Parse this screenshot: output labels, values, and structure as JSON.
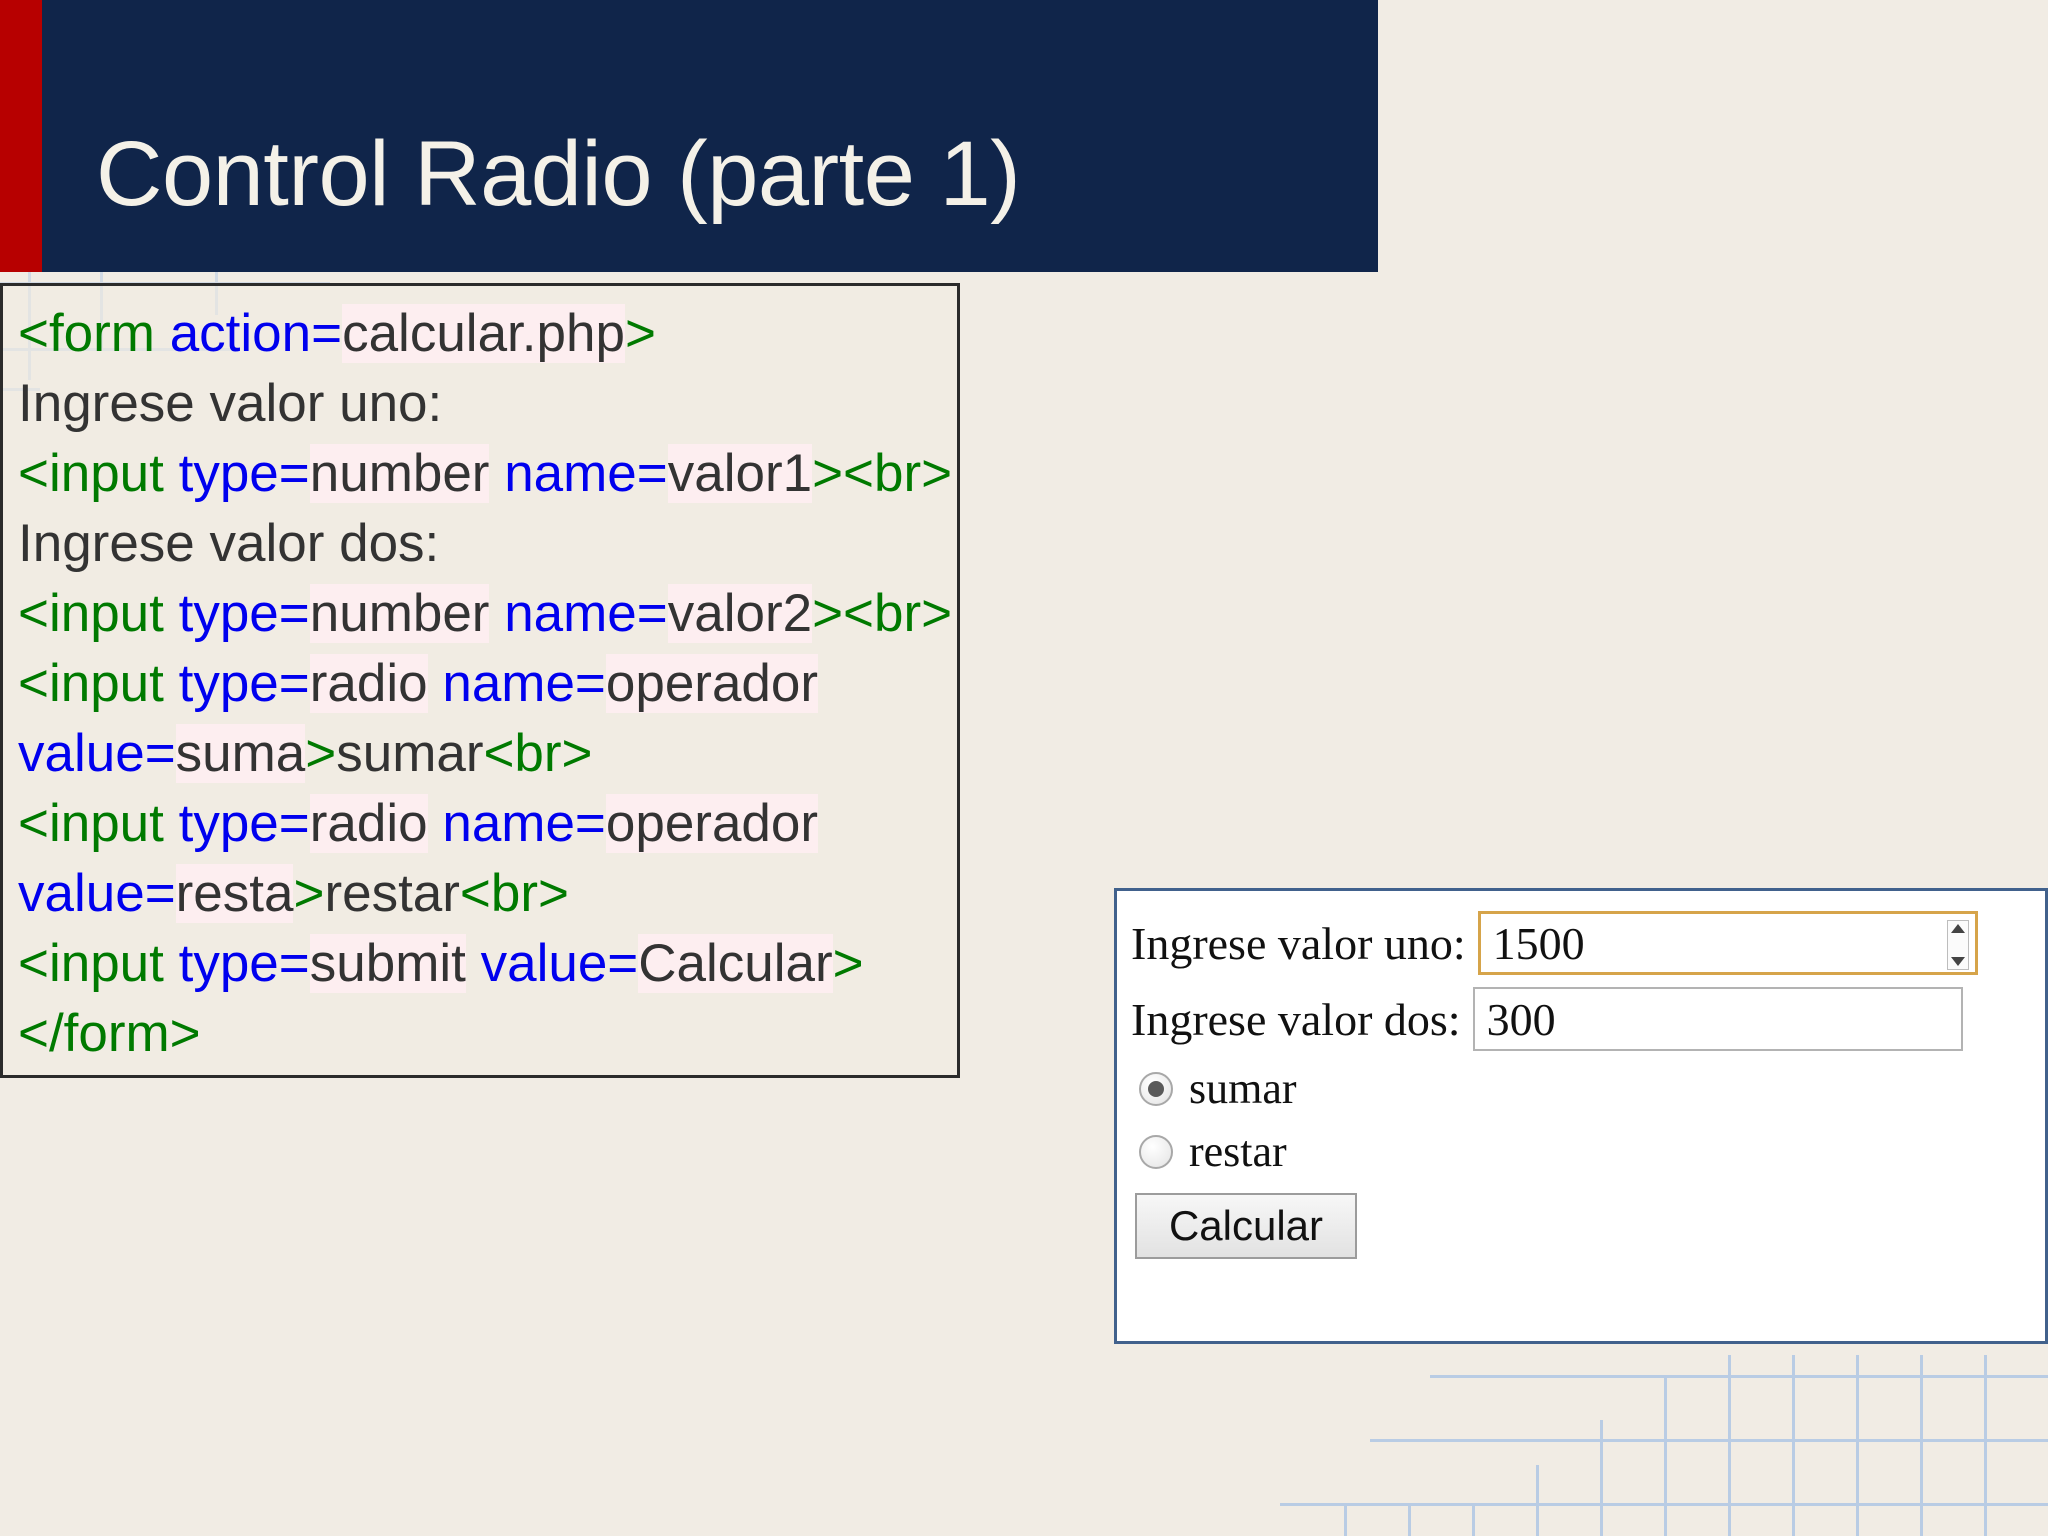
{
  "slide": {
    "title": "Control Radio (parte 1)",
    "accent_red": "#b70000",
    "banner_navy": "#10254a",
    "background": "#f1ece4"
  },
  "code": {
    "lines": [
      {
        "tokens": [
          {
            "t": "<form ",
            "k": "tag"
          },
          {
            "t": "action=",
            "k": "attr"
          },
          {
            "t": "calcular.php",
            "k": "val"
          },
          {
            "t": ">",
            "k": "tag"
          }
        ]
      },
      {
        "tokens": [
          {
            "t": "Ingrese valor uno:",
            "k": "plain"
          }
        ]
      },
      {
        "tokens": [
          {
            "t": "<input ",
            "k": "tag"
          },
          {
            "t": "type=",
            "k": "attr"
          },
          {
            "t": "number",
            "k": "val"
          },
          {
            "t": " ",
            "k": "plain"
          },
          {
            "t": "name=",
            "k": "attr"
          },
          {
            "t": "valor1",
            "k": "val"
          },
          {
            "t": "><br>",
            "k": "tag"
          }
        ]
      },
      {
        "tokens": [
          {
            "t": "Ingrese valor dos:",
            "k": "plain"
          }
        ]
      },
      {
        "tokens": [
          {
            "t": "<input ",
            "k": "tag"
          },
          {
            "t": "type=",
            "k": "attr"
          },
          {
            "t": "number",
            "k": "val"
          },
          {
            "t": " ",
            "k": "plain"
          },
          {
            "t": "name=",
            "k": "attr"
          },
          {
            "t": "valor2",
            "k": "val"
          },
          {
            "t": "><br>",
            "k": "tag"
          }
        ]
      },
      {
        "tokens": [
          {
            "t": "<input ",
            "k": "tag"
          },
          {
            "t": "type=",
            "k": "attr"
          },
          {
            "t": "radio",
            "k": "val"
          },
          {
            "t": " ",
            "k": "plain"
          },
          {
            "t": "name=",
            "k": "attr"
          },
          {
            "t": "operador",
            "k": "val"
          }
        ]
      },
      {
        "tokens": [
          {
            "t": "value=",
            "k": "attr"
          },
          {
            "t": "suma",
            "k": "val"
          },
          {
            "t": ">",
            "k": "tag"
          },
          {
            "t": "sumar",
            "k": "plain"
          },
          {
            "t": "<br>",
            "k": "tag"
          }
        ]
      },
      {
        "tokens": [
          {
            "t": "<input ",
            "k": "tag"
          },
          {
            "t": "type=",
            "k": "attr"
          },
          {
            "t": "radio",
            "k": "val"
          },
          {
            "t": " ",
            "k": "plain"
          },
          {
            "t": "name=",
            "k": "attr"
          },
          {
            "t": "operador",
            "k": "val"
          }
        ]
      },
      {
        "tokens": [
          {
            "t": "value=",
            "k": "attr"
          },
          {
            "t": "resta",
            "k": "val"
          },
          {
            "t": ">",
            "k": "tag"
          },
          {
            "t": "restar",
            "k": "plain"
          },
          {
            "t": "<br>",
            "k": "tag"
          }
        ]
      },
      {
        "tokens": [
          {
            "t": "<input ",
            "k": "tag"
          },
          {
            "t": "type=",
            "k": "attr"
          },
          {
            "t": "submit",
            "k": "val"
          },
          {
            "t": " ",
            "k": "plain"
          },
          {
            "t": "value=",
            "k": "attr"
          },
          {
            "t": "Calcular",
            "k": "val"
          },
          {
            "t": ">",
            "k": "tag"
          }
        ]
      },
      {
        "tokens": [
          {
            "t": "</form>",
            "k": "tag"
          }
        ]
      }
    ],
    "colors": {
      "tag": "#007a00",
      "attr": "#0000ee",
      "value_text": "#333333",
      "value_highlight": "#fdeef0",
      "plain": "#333333"
    }
  },
  "form_preview": {
    "label_uno": "Ingrese valor uno:",
    "value_uno": "1500",
    "label_dos": "Ingrese valor dos:",
    "value_dos": "300",
    "radios": [
      {
        "label": "sumar",
        "selected": true
      },
      {
        "label": "restar",
        "selected": false
      }
    ],
    "submit_label": "Calcular",
    "focus_border_color": "#d6a44a",
    "panel_border_color": "#41618c"
  }
}
